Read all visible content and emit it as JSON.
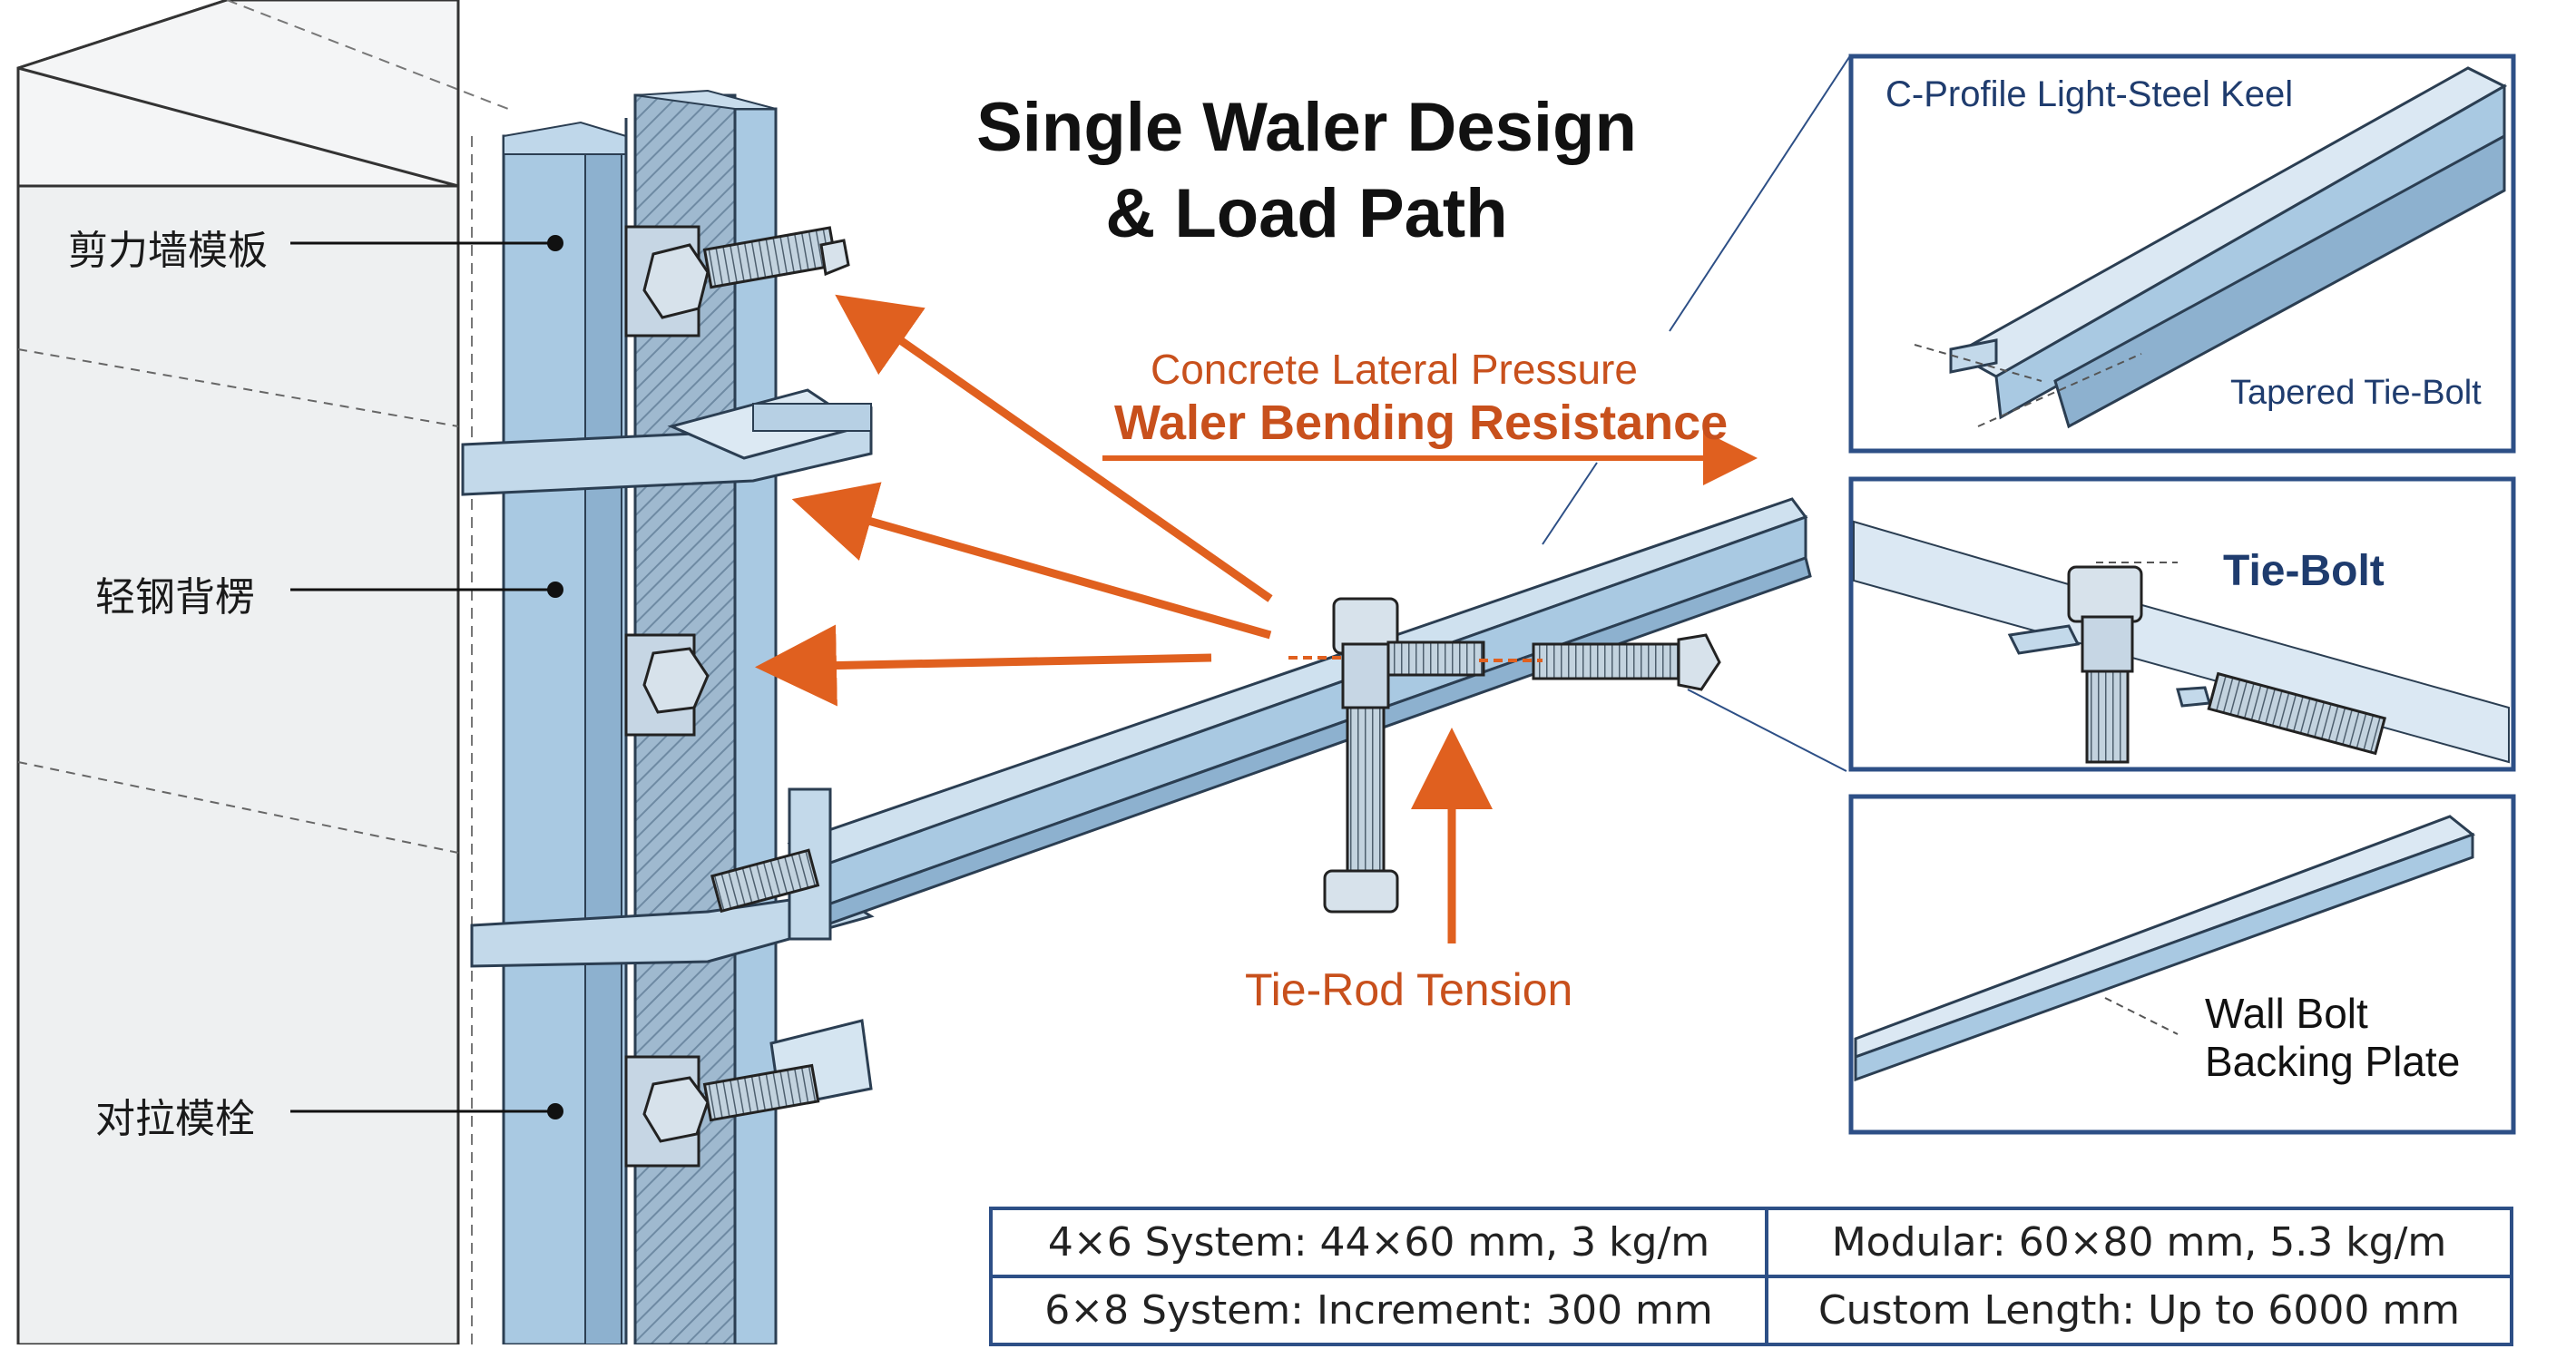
{
  "title": {
    "line1": "Single Waler Design",
    "line2": "& Load Path"
  },
  "left_labels": [
    {
      "text": "剪力墙模板"
    },
    {
      "text": "轻钢背楞"
    },
    {
      "text": "对拉模栓"
    }
  ],
  "load_labels": {
    "pressure": "Concrete Lateral Pressure",
    "bending": "Waler Bending Resistance",
    "tension": "Tie-Rod Tension"
  },
  "detail_panels": [
    {
      "title": "C-Profile Light-Steel Keel",
      "caption": "Tapered Tie-Bolt"
    },
    {
      "title": "Tie-Bolt"
    },
    {
      "caption_line1": "Wall Bolt",
      "caption_line2": "Backing Plate"
    }
  ],
  "specs": {
    "rows": [
      [
        "4×6 System: 44×60 mm, 3 kg/m",
        "Modular: 60×80 mm, 5.3 kg/m"
      ],
      [
        "6×8 System: Increment: 300 mm",
        "Custom Length: Up to 6000 mm"
      ]
    ]
  },
  "colors": {
    "arrow": "#e0601f",
    "steel": "#a9c9e2",
    "steel_dark": "#5a7fa3",
    "panel_border": "#2d4f86",
    "label_text": "#c8501c"
  },
  "icons": [
    "bolt-icon",
    "nut-icon",
    "arrow-icon"
  ]
}
